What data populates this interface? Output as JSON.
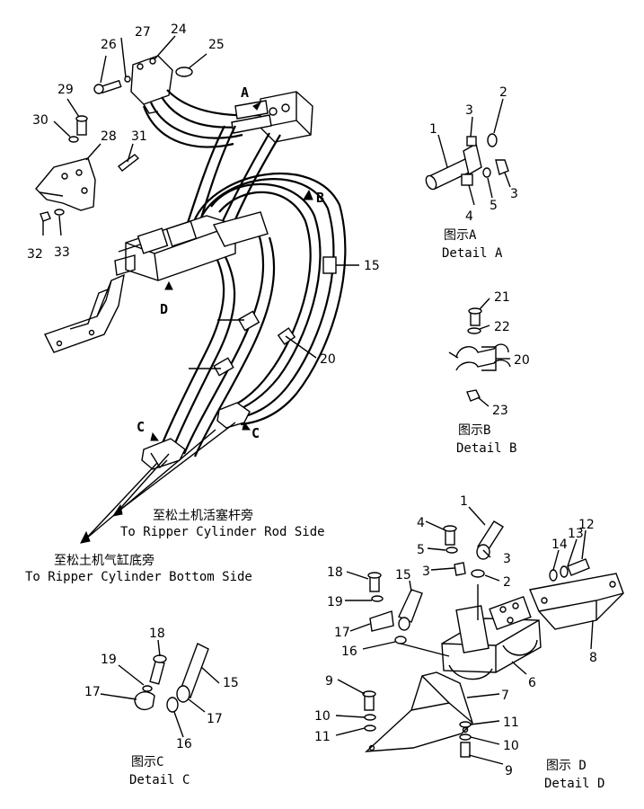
{
  "parts": {
    "p1a": "1",
    "p2a": "2",
    "p3a": "3",
    "p3b": "3",
    "p4a": "4",
    "p5a": "5",
    "p15": "15",
    "p20": "20",
    "p20b": "20",
    "p21": "21",
    "p22": "22",
    "p23": "23",
    "p24": "24",
    "p25": "25",
    "p26": "26",
    "p27": "27",
    "p28": "28",
    "p29": "29",
    "p30": "30",
    "p31": "31",
    "p32": "32",
    "p33": "33",
    "p18c": "18",
    "p19c": "19",
    "p17c1": "17",
    "p15c": "15",
    "p17c2": "17",
    "p16c": "16",
    "p1d": "1",
    "p4d": "4",
    "p5d": "5",
    "p3d1": "3",
    "p3d2": "3",
    "p2d": "2",
    "p18d": "18",
    "p19d": "19",
    "p15d": "15",
    "p17d": "17",
    "p16d": "16",
    "p14d": "14",
    "p13d": "13",
    "p12d": "12",
    "p8d": "8",
    "p6d": "6",
    "p7d": "7",
    "p9d1": "9",
    "p10d1": "10",
    "p11d1": "11",
    "p11d2": "11",
    "p10d2": "10",
    "p9d2": "9"
  },
  "views": {
    "A": "A",
    "B": "B",
    "C1": "C",
    "C2": "C",
    "D": "D"
  },
  "captions": {
    "detail_a_zh": "图示A",
    "detail_a_en": "Detail A",
    "detail_b_zh": "图示B",
    "detail_b_en": "Detail B",
    "detail_c_zh": "图示C",
    "detail_c_en": "Detail C",
    "detail_d_zh": "图示 D",
    "detail_d_en": "Detail D"
  },
  "annotations": {
    "rod_zh": "至松土机活塞杆旁",
    "rod_en": "To Ripper Cylinder Rod Side",
    "bottom_zh": "至松土机气缸底旁",
    "bottom_en": "To Ripper Cylinder Bottom Side"
  }
}
